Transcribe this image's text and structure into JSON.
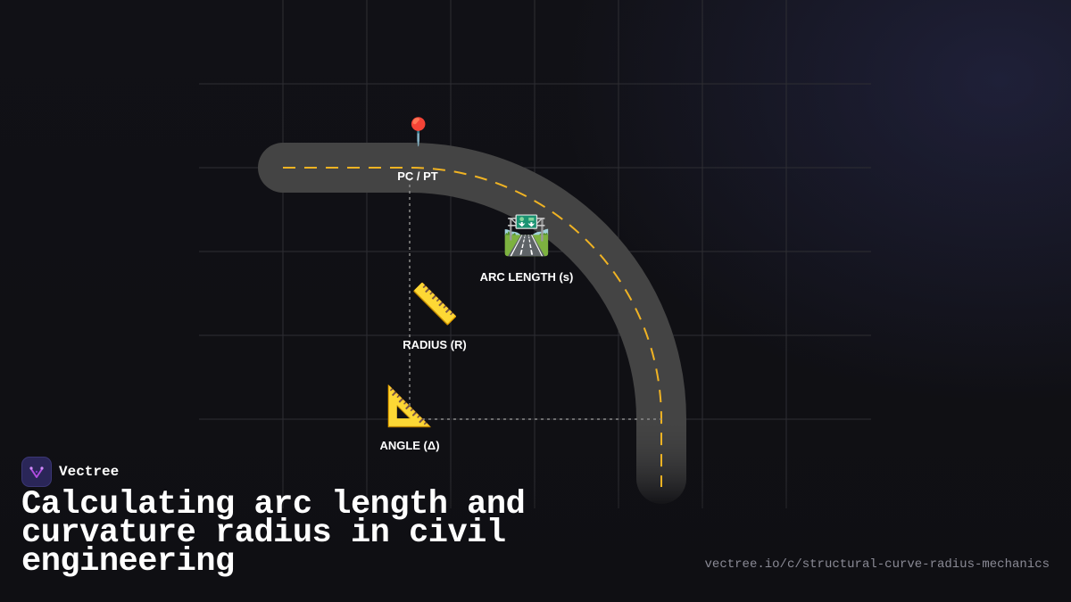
{
  "diagram": {
    "labels": {
      "pc_pt": "PC / PT",
      "arc_length": "ARC LENGTH (s)",
      "radius": "RADIUS (R)",
      "angle": "ANGLE (Δ)"
    },
    "icons": {
      "pc_pt": "round-pushpin-icon",
      "arc_length": "motorway-icon",
      "radius": "straight-ruler-icon",
      "angle": "triangular-ruler-icon"
    },
    "glyphs": {
      "pc_pt": "📍",
      "arc_length": "🛣️",
      "radius": "📏",
      "angle": "📐"
    },
    "colors": {
      "road": "#444444",
      "center_line": "#f0b323",
      "grid": "#2e2e33",
      "guide": "#8a8a8a"
    }
  },
  "brand": {
    "name": "Vectree",
    "logo_icon": "vectree-logo-icon",
    "logo_color": "#2a2658"
  },
  "title": "Calculating arc length and curvature radius in civil engineering",
  "url": "vectree.io/c/structural-curve-radius-mechanics"
}
